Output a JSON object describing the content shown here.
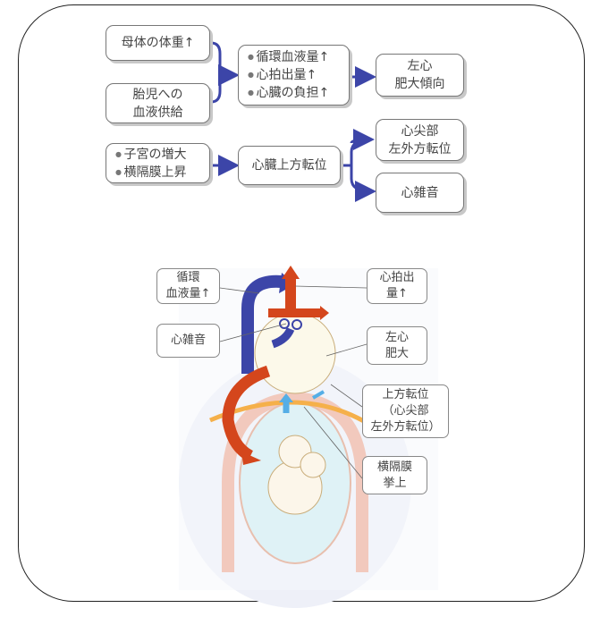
{
  "flowchart": {
    "maternal_weight": "母体の体重↑",
    "fetal_blood_supply": [
      "胎児への",
      "血液供給"
    ],
    "circulation_effects": [
      "循環血液量↑",
      "心拍出量↑",
      "心臓の負担↑"
    ],
    "lv_hypertrophy_tendency": [
      "左心",
      "肥大傾向"
    ],
    "uterus_diaphragm": [
      "子宮の増大",
      "横隔膜上昇"
    ],
    "heart_upward_displacement": "心臓上方転位",
    "apex_displacement": [
      "心尖部",
      "左外方転位"
    ],
    "heart_murmur": "心雑音"
  },
  "illustration": {
    "blood_volume": [
      "循環",
      "血液量↑"
    ],
    "cardiac_output": [
      "心拍出",
      "量↑"
    ],
    "murmur": "心雑音",
    "lv_hypertrophy": [
      "左心",
      "肥大"
    ],
    "upward_displacement": [
      "上方転位",
      "（心尖部",
      "左外方転位）"
    ],
    "diaphragm_elevation": [
      "横隔膜",
      "挙上"
    ]
  },
  "colors": {
    "arrow_blue": "#3c45a8",
    "arrow_red": "#d4461c",
    "diaphragm": "#f5b04a",
    "uterus": "#f2c9bd",
    "light_blue": "#55aee6"
  }
}
